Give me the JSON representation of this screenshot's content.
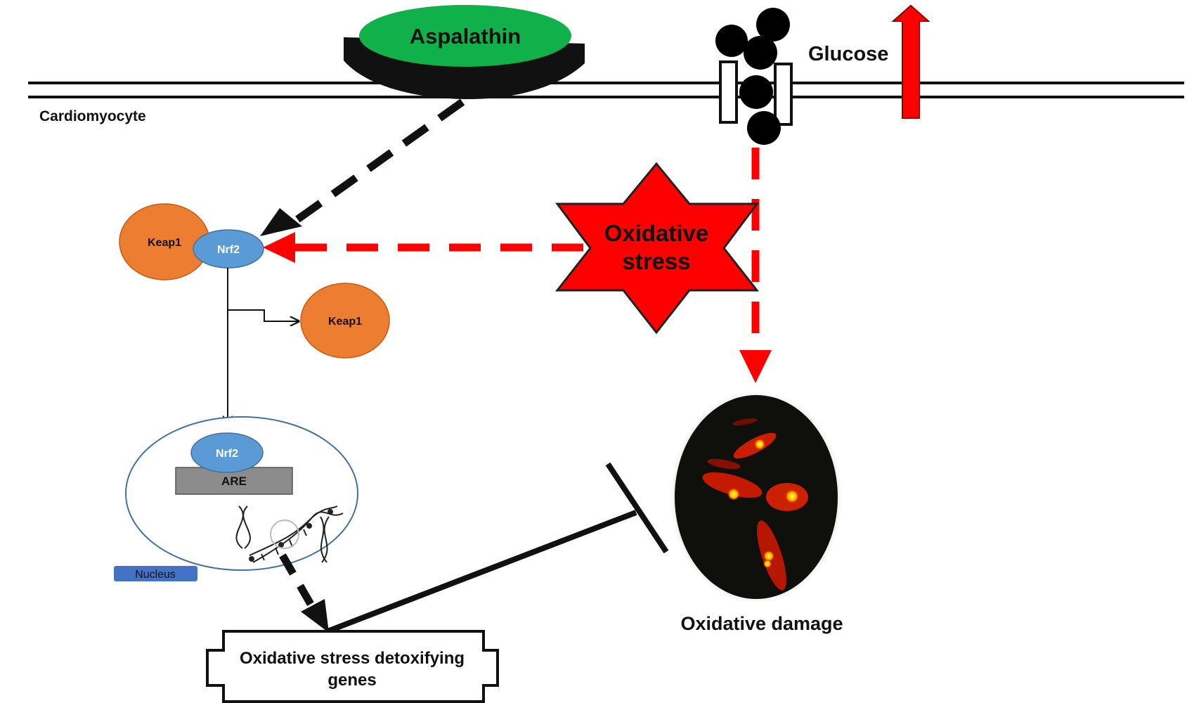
{
  "labels": {
    "aspalathin": "Aspalathin",
    "glucose": "Glucose",
    "cell": "Cardiomyocyte",
    "keap1_bound": "Keap1",
    "nrf2_bound": "Nrf2",
    "keap1_free": "Keap1",
    "nrf2_nuclear": "Nrf2",
    "are": "ARE",
    "nucleus": "Nucleus",
    "oxidative_stress_line1": "Oxidative",
    "oxidative_stress_line2": "stress",
    "oxidative_damage": "Oxidative damage",
    "genes_line1": "Oxidative stress detoxifying",
    "genes_line2": "genes"
  },
  "colors": {
    "aspalathin_green": "#10b04a",
    "star_red": "#ff0000",
    "arrow_red": "#ff0000",
    "keap1_orange": "#ed7d31",
    "nrf2_blue": "#5b9bd5",
    "are_grey": "#8c8c8c",
    "nucleus_tag_blue": "#4472c4",
    "nucleus_outline": "#41719c"
  }
}
